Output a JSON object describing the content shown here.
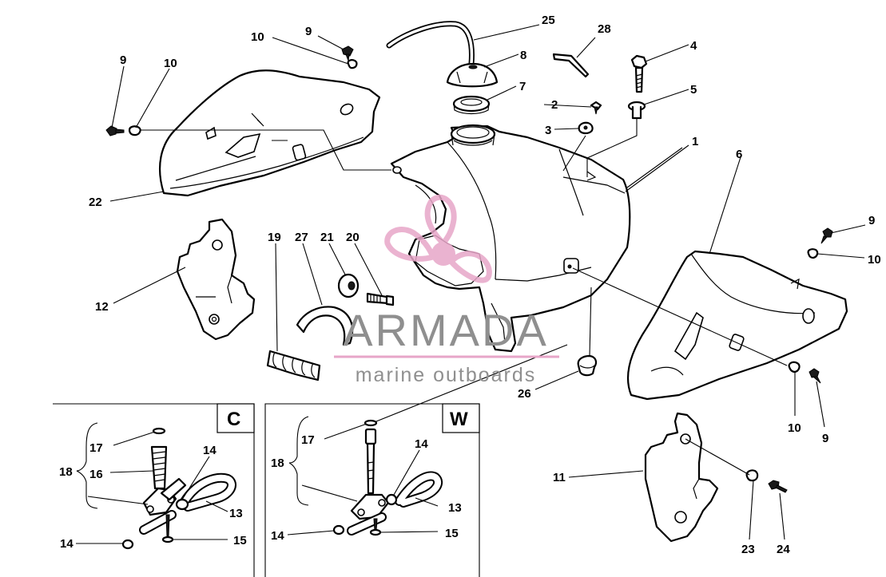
{
  "watermark": {
    "brand": "ARMADA",
    "tagline": "marine outboards",
    "logo_color": "#e7a6c8",
    "text_color": "#8f8f8f",
    "logo_icon": "propeller-icon"
  },
  "inset_labels": {
    "left": "C",
    "right": "W"
  },
  "callouts": {
    "n1": "1",
    "n2": "2",
    "n3": "3",
    "n4": "4",
    "n5": "5",
    "n6": "6",
    "n7": "7",
    "n8": "8",
    "n9a": "9",
    "n9b": "9",
    "n9c": "9",
    "n9d": "9",
    "n10a": "10",
    "n10b": "10",
    "n10c": "10",
    "n10d": "10",
    "n11": "11",
    "n12": "12",
    "n13a": "13",
    "n13b": "13",
    "n14a": "14",
    "n14b": "14",
    "n14c": "14",
    "n14d": "14",
    "n15a": "15",
    "n15b": "15",
    "n16": "16",
    "n17a": "17",
    "n17b": "17",
    "n18a": "18",
    "n18b": "18",
    "n19": "19",
    "n20": "20",
    "n21": "21",
    "n22": "22",
    "n23": "23",
    "n24": "24",
    "n25": "25",
    "n26": "26",
    "n27": "27",
    "n28": "28"
  }
}
